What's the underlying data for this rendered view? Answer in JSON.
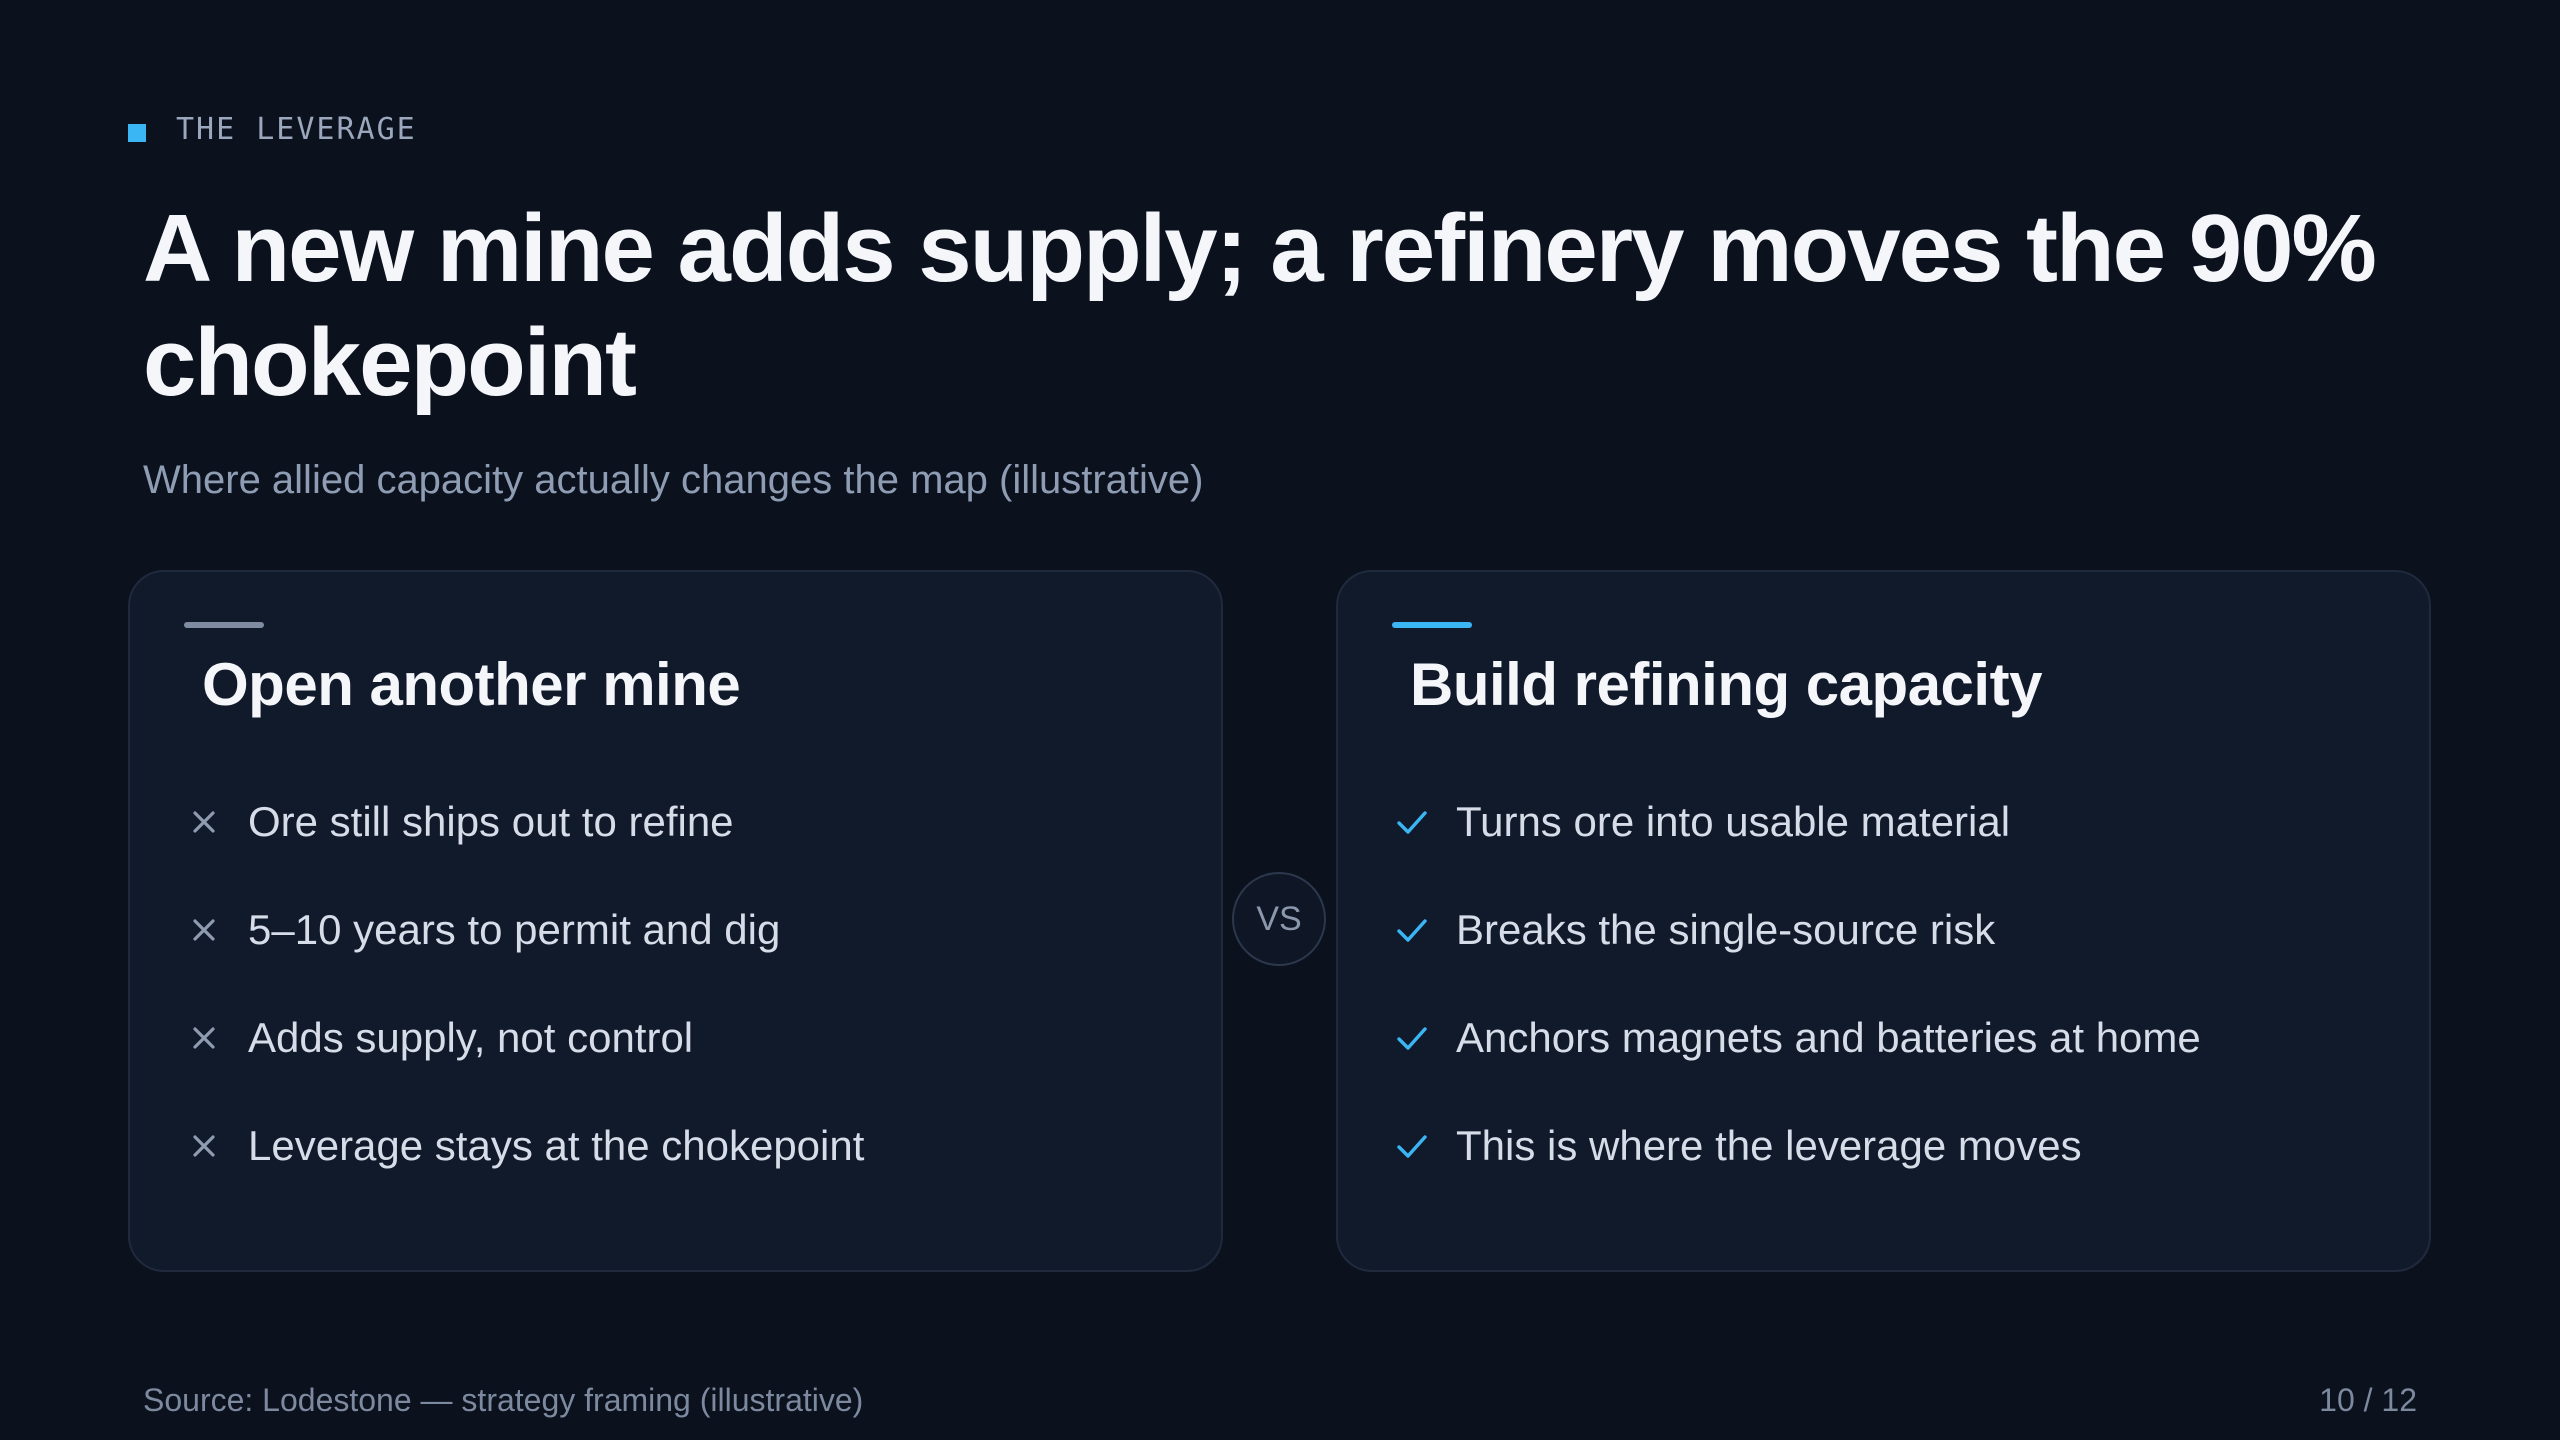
{
  "eyebrow": "THE LEVERAGE",
  "title": "A new mine adds supply; a refinery moves the 90% chokepoint",
  "subtitle": "Where allied capacity actually changes the map (illustrative)",
  "left_card": {
    "title": "Open another mine",
    "marker_icon": "x-icon",
    "items": [
      "Ore still ships out to refine",
      "5–10 years to permit and dig",
      "Adds supply, not control",
      "Leverage stays at the chokepoint"
    ]
  },
  "vs_label": "VS",
  "right_card": {
    "title": "Build refining capacity",
    "marker_icon": "check-icon",
    "items": [
      "Turns ore into usable material",
      "Breaks the single-source risk",
      "Anchors magnets and batteries at home",
      "This is where the leverage moves"
    ]
  },
  "footer": {
    "source": "Source: Lodestone — strategy framing (illustrative)",
    "page": "10 / 12"
  },
  "colors": {
    "background": "#0b111d",
    "card": "#111a2b",
    "accent": "#3bb6f5",
    "muted": "#7f8ba0"
  }
}
